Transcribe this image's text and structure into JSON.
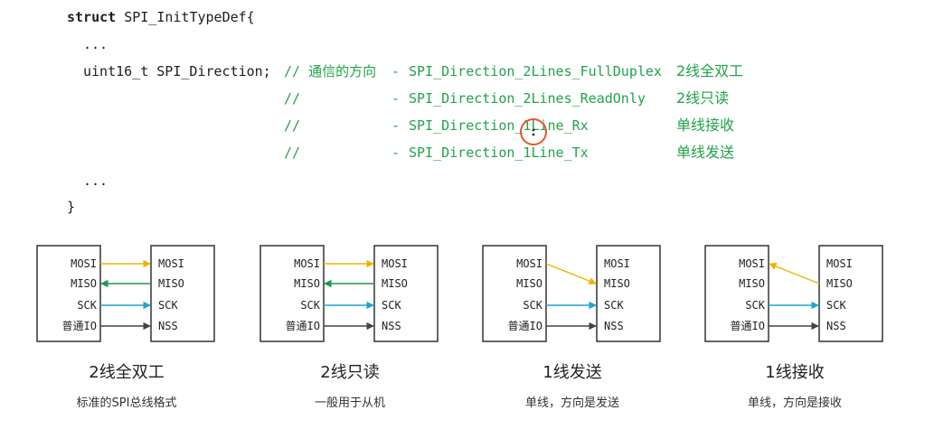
{
  "code": {
    "struct_kw": "struct",
    "struct_name": "SPI_InitTypeDef{",
    "ellipsis_top": "...",
    "member_decl": "uint16_t SPI_Direction;",
    "comment_prefix": "//",
    "comment_desc": "通信的方向",
    "dash": "-",
    "options": [
      {
        "name": "SPI_Direction_2Lines_FullDuplex",
        "desc": "2线全双工"
      },
      {
        "name": "SPI_Direction_2Lines_ReadOnly",
        "desc": "2线只读"
      },
      {
        "name": "SPI_Direction_1Line_Rx",
        "desc": "单线接收"
      },
      {
        "name": "SPI_Direction_1Line_Tx",
        "desc": "单线发送"
      }
    ],
    "ellipsis_bottom": "...",
    "closing_brace": "}"
  },
  "colors": {
    "mosi": "#f0b400",
    "miso": "#1a9a4a",
    "sck": "#1aa6d0",
    "nss": "#444444",
    "box_border": "#333333",
    "comment": "#22a34a",
    "cursor_ring": "#e8552d"
  },
  "diagrams": [
    {
      "left_pins": [
        "MOSI",
        "MISO",
        "SCK",
        "普通IO"
      ],
      "right_pins": [
        "MOSI",
        "MISO",
        "SCK",
        "NSS"
      ],
      "arrows": [
        {
          "from": "MOSI",
          "to": "MOSI",
          "dir": "right",
          "color_key": "mosi"
        },
        {
          "from": "MISO",
          "to": "MISO",
          "dir": "left",
          "color_key": "miso"
        },
        {
          "from": "SCK",
          "to": "SCK",
          "dir": "right",
          "color_key": "sck"
        },
        {
          "from": "普通IO",
          "to": "NSS",
          "dir": "right",
          "color_key": "nss"
        }
      ],
      "title": "2线全双工",
      "subtitle": "标准的SPI总线格式"
    },
    {
      "left_pins": [
        "MOSI",
        "MISO",
        "SCK",
        "普通IO"
      ],
      "right_pins": [
        "MOSI",
        "MISO",
        "SCK",
        "NSS"
      ],
      "arrows": [
        {
          "from": "MOSI",
          "to": "MOSI",
          "dir": "right",
          "color_key": "mosi"
        },
        {
          "from": "MISO",
          "to": "MISO",
          "dir": "left",
          "color_key": "miso"
        },
        {
          "from": "SCK",
          "to": "SCK",
          "dir": "right",
          "color_key": "sck"
        },
        {
          "from": "普通IO",
          "to": "NSS",
          "dir": "right",
          "color_key": "nss"
        }
      ],
      "title": "2线只读",
      "subtitle": "一般用于从机"
    },
    {
      "left_pins": [
        "MOSI",
        "MISO",
        "SCK",
        "普通IO"
      ],
      "right_pins": [
        "MOSI",
        "MISO",
        "SCK",
        "NSS"
      ],
      "arrows": [
        {
          "from": "MOSI",
          "to": "MISO",
          "dir": "right",
          "color_key": "mosi"
        },
        {
          "from": "SCK",
          "to": "SCK",
          "dir": "right",
          "color_key": "sck"
        },
        {
          "from": "普通IO",
          "to": "NSS",
          "dir": "right",
          "color_key": "nss"
        }
      ],
      "title": "1线发送",
      "subtitle": "单线，方向是发送"
    },
    {
      "left_pins": [
        "MOSI",
        "MISO",
        "SCK",
        "普通IO"
      ],
      "right_pins": [
        "MOSI",
        "MISO",
        "SCK",
        "NSS"
      ],
      "arrows": [
        {
          "from": "MOSI",
          "to": "MISO",
          "dir": "left",
          "color_key": "mosi"
        },
        {
          "from": "SCK",
          "to": "SCK",
          "dir": "right",
          "color_key": "sck"
        },
        {
          "from": "普通IO",
          "to": "NSS",
          "dir": "right",
          "color_key": "nss"
        }
      ],
      "title": "1线接收",
      "subtitle": "单线，方向是接收"
    }
  ]
}
